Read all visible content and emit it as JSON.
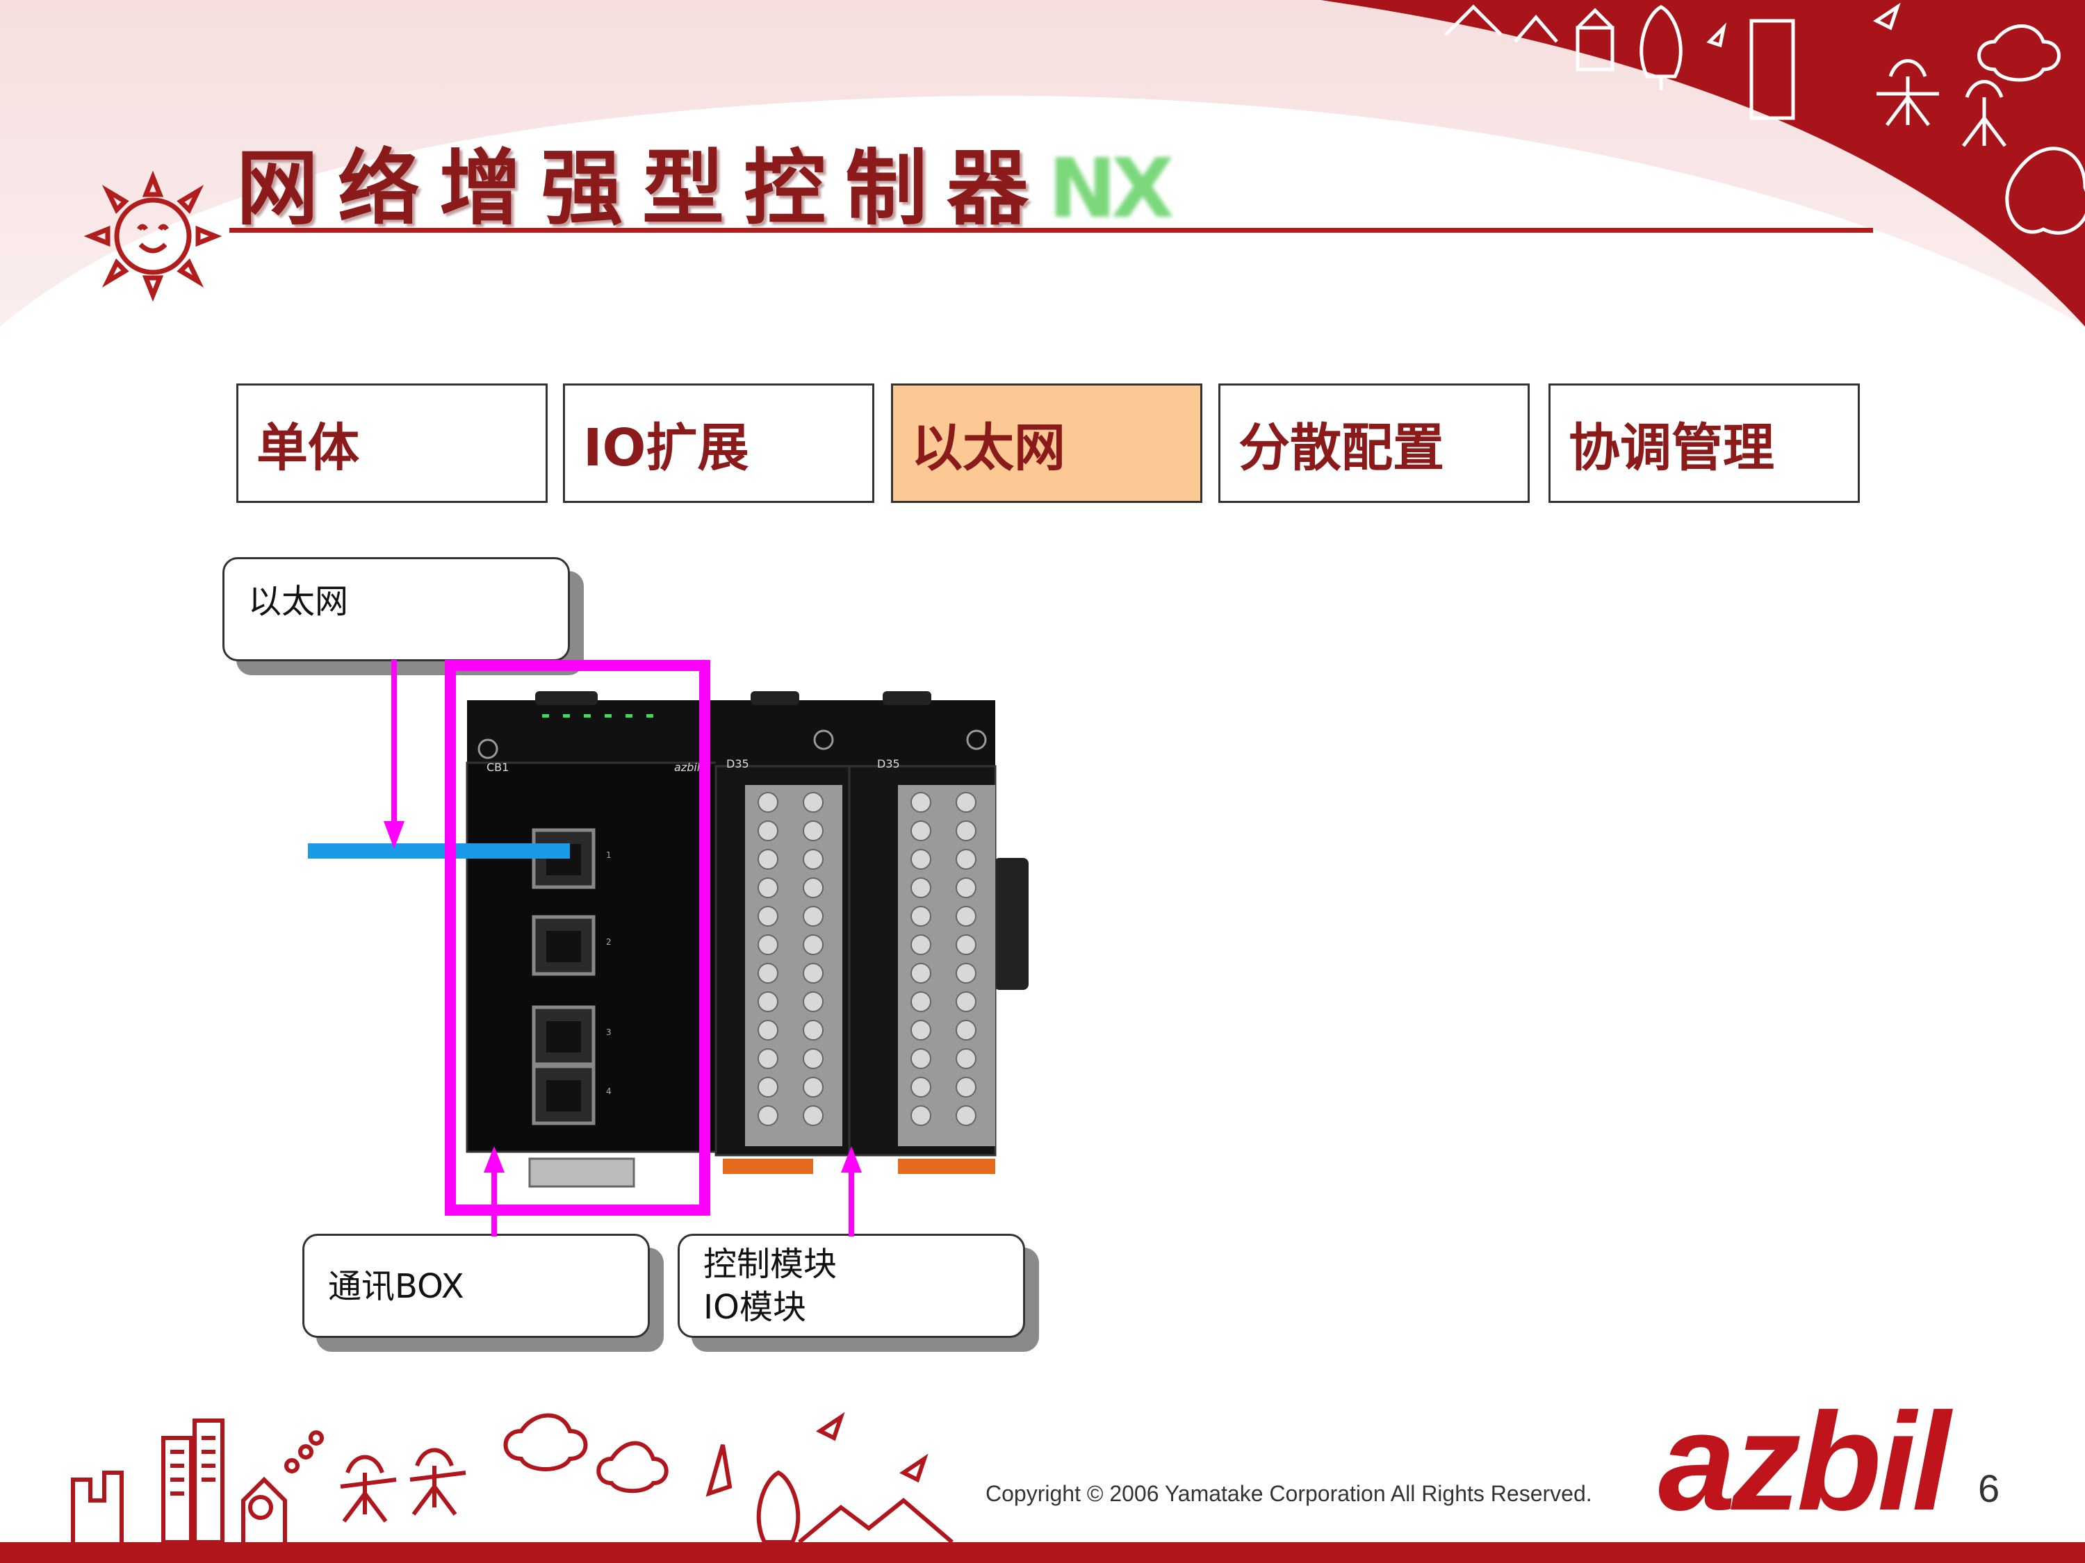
{
  "slide": {
    "title": "网络增强型控制器",
    "title_badge": "NX",
    "page_number": "6",
    "copyright": "Copyright © 2006 Yamatake Corporation All Rights Reserved.",
    "logo": "azbil"
  },
  "tabs": [
    {
      "label": "单体",
      "active": false
    },
    {
      "label": "IO扩展",
      "active": false
    },
    {
      "label": "以太网",
      "active": true
    },
    {
      "label": "分散配置",
      "active": false
    },
    {
      "label": "协调管理",
      "active": false
    }
  ],
  "callouts": {
    "ethernet": "以太网",
    "comm_box": "通讯BOX",
    "modules_line1": "控制模块",
    "modules_line2": "IO模块"
  },
  "device": {
    "cb_label": "CB1",
    "module_label_1": "D35",
    "module_label_2": "D35",
    "brand": "azbil",
    "port_numbers": [
      "1",
      "2",
      "3",
      "4"
    ]
  },
  "colors": {
    "title": "#8b1a1a",
    "active_tab": "#fcc893",
    "highlight": "#ff00ff",
    "ethernet_line": "#1a9be8",
    "brand_red": "#c0141c"
  },
  "icons": [
    "sun-icon",
    "city-doodle-icon"
  ]
}
